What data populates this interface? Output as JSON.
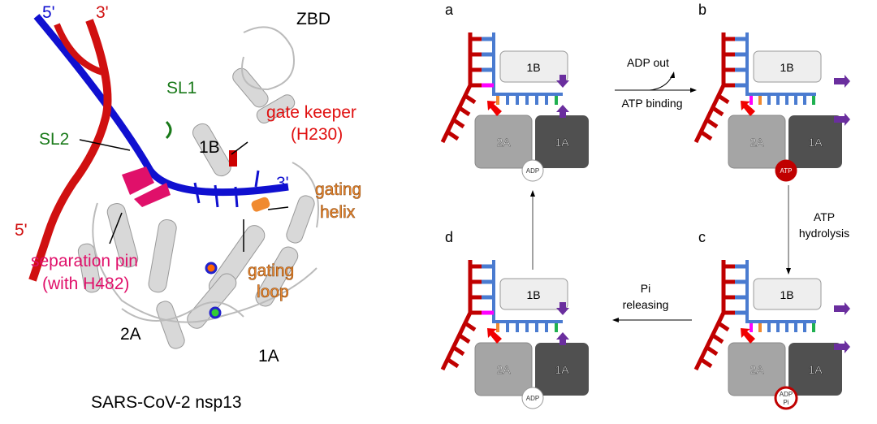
{
  "left": {
    "title": "SARS-CoV-2 nsp13",
    "labels": {
      "five_prime_blue": "5'",
      "three_prime_red": "3'",
      "zbd": "ZBD",
      "sl1": "SL1",
      "gate_keeper": "gate keeper",
      "h230": "(H230)",
      "sl2": "SL2",
      "one_b": "1B",
      "three_prime_blue": "3'",
      "gating_helix_1": "gating",
      "gating_helix_2": "helix",
      "five_prime_red": "5'",
      "sep_pin_1": "separation pin",
      "sep_pin_2": "(with H482)",
      "gating_loop_1": "gating",
      "gating_loop_2": "loop",
      "two_a": "2A",
      "one_a": "1A"
    }
  },
  "right": {
    "panels": [
      {
        "letter": "a",
        "box_1b": "1B",
        "box_2a": "2A",
        "box_1a": "1A",
        "nucleotide": "ADP",
        "nucleotide2": ""
      },
      {
        "letter": "b",
        "box_1b": "1B",
        "box_2a": "2A",
        "box_1a": "1A",
        "nucleotide": "ATP",
        "nucleotide2": ""
      },
      {
        "letter": "c",
        "box_1b": "1B",
        "box_2a": "2A",
        "box_1a": "1A",
        "nucleotide": "ADP",
        "nucleotide2": "Pi"
      },
      {
        "letter": "d",
        "box_1b": "1B",
        "box_2a": "2A",
        "box_1a": "1A",
        "nucleotide": "ADP",
        "nucleotide2": ""
      }
    ],
    "transitions": {
      "ab_top": "ADP out",
      "ab_bottom": "ATP binding",
      "bc_1": "ATP",
      "bc_2": "hydrolysis",
      "cd_1": "Pi",
      "cd_2": "releasing"
    }
  },
  "colors": {
    "red": "#cc0000",
    "blue": "#4a7bd0",
    "purple": "#6a2e9e",
    "magenta": "#ff00ff",
    "orange": "#f08a30",
    "green": "#1fb050"
  }
}
